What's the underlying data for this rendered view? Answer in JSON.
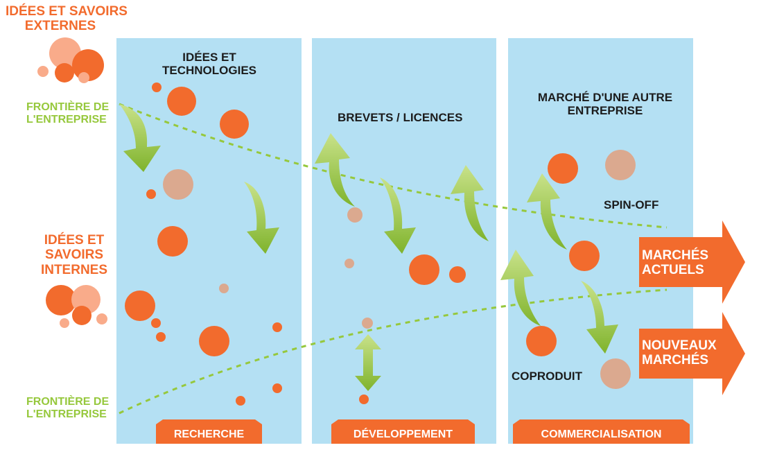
{
  "colors": {
    "panel": "#b4e0f3",
    "orange": "#f26b2d",
    "peach": "#f9ab8a",
    "tan": "#dba98f",
    "green": "#96c83c",
    "dark_text": "#1c1c1c"
  },
  "left_labels": {
    "external": [
      "IDÉES ET SAVOIRS",
      "EXTERNES"
    ],
    "boundary_top": [
      "FRONTIÈRE DE",
      "L'ENTREPRISE"
    ],
    "internal": [
      "IDÉES ET",
      "SAVOIRS",
      "INTERNES"
    ],
    "boundary_bottom": [
      "FRONTIÈRE DE",
      "L'ENTREPRISE"
    ]
  },
  "panel_labels": {
    "ideas": [
      "IDÉES ET",
      "TECHNOLOGIES"
    ],
    "patents": "BREVETS  / LICENCES",
    "other_market": [
      "MARCHÉ D'UNE AUTRE",
      "ENTREPRISE"
    ],
    "spinoff": "SPIN-OFF",
    "coproduct": "COPRODUIT"
  },
  "stages": [
    "RECHERCHE",
    "DÉVELOPPEMENT",
    "COMMERCIALISATION"
  ],
  "markets": {
    "current": [
      "MARCHÉS",
      "ACTUELS"
    ],
    "new": [
      "NOUVEAUX",
      "MARCHÉS"
    ]
  }
}
